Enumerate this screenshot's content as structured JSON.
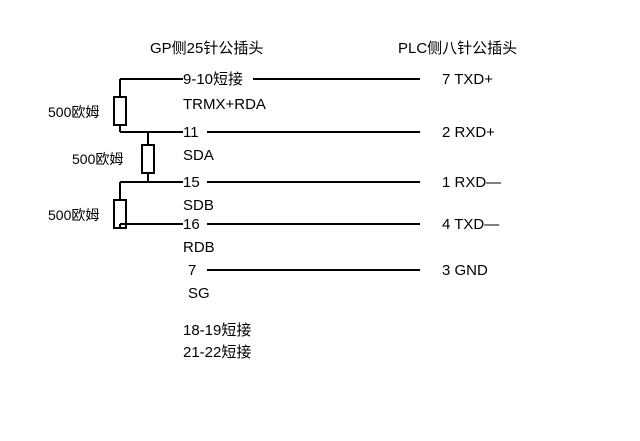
{
  "diagram": {
    "title_left": "GP侧25针公插头",
    "title_right": "PLC侧八针公插头",
    "background_color": "#ffffff",
    "line_color": "#000000",
    "text_color": "#000000"
  },
  "resistors": [
    {
      "label": "500欧姆",
      "value": "500",
      "unit": "欧姆"
    },
    {
      "label": "500欧姆",
      "value": "500",
      "unit": "欧姆"
    },
    {
      "label": "500欧姆",
      "value": "500",
      "unit": "欧姆"
    }
  ],
  "rows": [
    {
      "left_pin": "9-10短接",
      "left_signal": "TRMX+RDA",
      "right_pin": "7",
      "right_signal": "TXD+",
      "right_label": "7  TXD+"
    },
    {
      "left_pin": "11",
      "left_signal": "SDA",
      "right_pin": "2",
      "right_signal": "RXD+",
      "right_label": "2  RXD+"
    },
    {
      "left_pin": "15",
      "left_signal": "SDB",
      "right_pin": "1",
      "right_signal": "RXD—",
      "right_label": "1  RXD—"
    },
    {
      "left_pin": "16",
      "left_signal": "RDB",
      "right_pin": "4",
      "right_signal": "TXD—",
      "right_label": "4  TXD—"
    },
    {
      "left_pin": "7",
      "left_signal": "SG",
      "right_pin": "3",
      "right_signal": "GND",
      "right_label": "3 GND"
    }
  ],
  "notes": [
    "18-19短接",
    "21-22短接"
  ]
}
